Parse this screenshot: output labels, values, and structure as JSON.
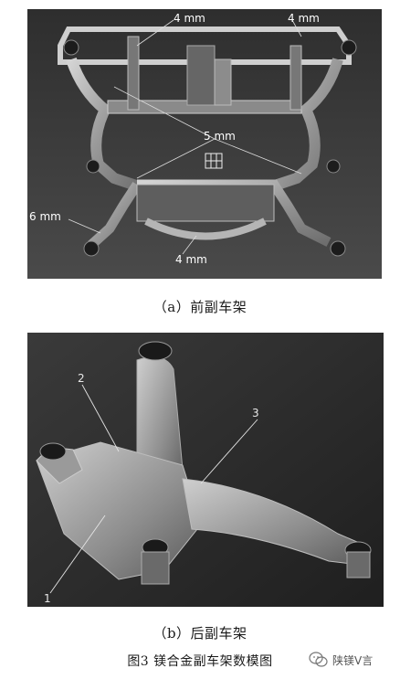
{
  "panel_a": {
    "dimensions": [
      "4 mm",
      "4 mm",
      "5 mm",
      "6 mm",
      "4 mm"
    ],
    "caption": "（a）前副车架"
  },
  "panel_b": {
    "part_numbers": [
      "1",
      "2",
      "3"
    ],
    "caption": "（b）后副车架"
  },
  "figure_title": "图3  镁合金副车架数模图",
  "watermark": {
    "text": "陕镁V言",
    "icon": "wechat-icon"
  }
}
